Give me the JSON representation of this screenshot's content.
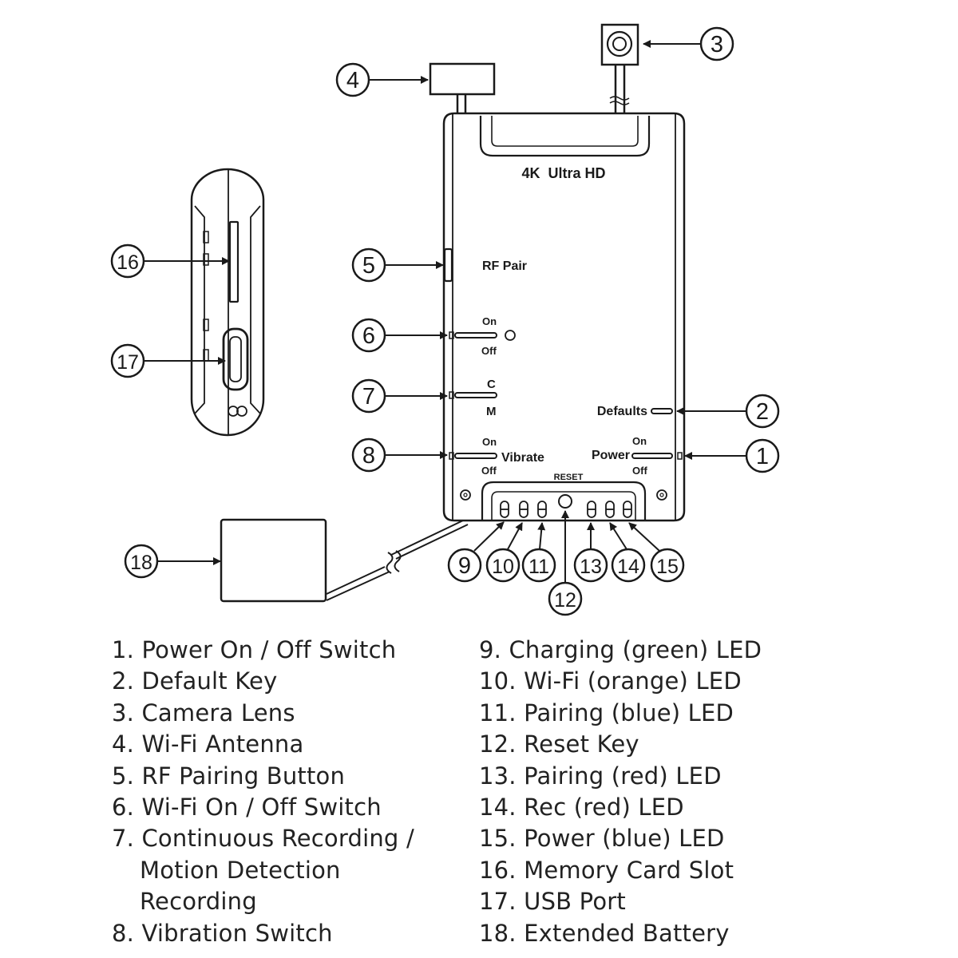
{
  "device": {
    "title": "4K  Ultra HD",
    "labels": {
      "rf_pair": "RF Pair",
      "wifi_on": "On",
      "wifi_off": "Off",
      "mode_c": "C",
      "mode_m": "M",
      "defaults": "Defaults",
      "vibrate_on": "On",
      "vibrate_off": "Off",
      "vibrate": "Vibrate",
      "power": "Power",
      "power_on": "On",
      "power_off": "Off",
      "reset": "RESET"
    }
  },
  "callouts": [
    "1",
    "2",
    "3",
    "4",
    "5",
    "6",
    "7",
    "8",
    "9",
    "10",
    "11",
    "12",
    "13",
    "14",
    "15",
    "16",
    "17",
    "18"
  ],
  "legend": {
    "left": [
      {
        "text": "1. Power On / Off Switch"
      },
      {
        "text": "2. Default Key"
      },
      {
        "text": "3. Camera Lens"
      },
      {
        "text": "4. Wi-Fi Antenna"
      },
      {
        "text": "5. RF Pairing Button"
      },
      {
        "text": "6. Wi-Fi On / Off Switch"
      },
      {
        "text": "7. Continuous Recording /"
      },
      {
        "text": "Motion Detection",
        "cont": true
      },
      {
        "text": "Recording",
        "cont": true
      },
      {
        "text": "8. Vibration Switch"
      }
    ],
    "right": [
      {
        "text": "9. Charging (green) LED"
      },
      {
        "text": "10. Wi-Fi (orange) LED"
      },
      {
        "text": "11. Pairing (blue) LED"
      },
      {
        "text": "12. Reset Key"
      },
      {
        "text": "13. Pairing (red) LED"
      },
      {
        "text": "14. Rec (red) LED"
      },
      {
        "text": "15. Power (blue) LED"
      },
      {
        "text": "16. Memory Card Slot"
      },
      {
        "text": "17. USB Port"
      },
      {
        "text": "18. Extended Battery"
      }
    ]
  }
}
